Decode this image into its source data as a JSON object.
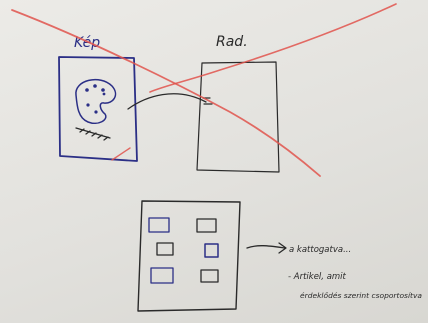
{
  "labels": {
    "left_panel_title": "Kép",
    "right_panel_title": "Rad.",
    "note_line_1": "a kattogatva...",
    "note_line_2": "- Artikel, amit",
    "note_line_3": "érdeklődés szerint csoportosítva"
  },
  "colors": {
    "paper": "#e4e3df",
    "ink_black": "#2a2a2a",
    "ink_blue": "#2b2f86",
    "ink_red": "#e0534c"
  },
  "icons": {
    "palette": "palette-icon",
    "arrow": "arrow-icon"
  }
}
